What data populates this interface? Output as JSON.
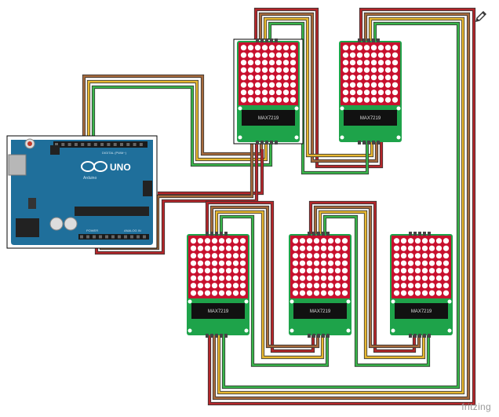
{
  "footer": {
    "brand": "fritzing"
  },
  "toolbar": {
    "edit_icon": "pencil-icon"
  },
  "arduino": {
    "model_text": "UNO",
    "brand_text": "Arduino",
    "digital_label": "DIGITAL (PWM~)",
    "power_label": "POWER",
    "analog_label": "ANALOG IN",
    "board_color": "#1f6f9b"
  },
  "modules": [
    {
      "chip_text": "MAX7219"
    },
    {
      "chip_text": "MAX7219"
    },
    {
      "chip_text": "MAX7219"
    },
    {
      "chip_text": "MAX7219"
    },
    {
      "chip_text": "MAX7219"
    }
  ],
  "wires": {
    "vcc_color": "#b5262a",
    "gnd_color": "#a66a3c",
    "din_color": "#e8b830",
    "cs_color": "#f3e88a",
    "clk_color": "#39b54a"
  },
  "matrix": {
    "rows": 8,
    "cols": 8,
    "dot_color": "#ffffff",
    "panel_color": "#c8102e"
  },
  "pcb_color": "#1ea34a"
}
